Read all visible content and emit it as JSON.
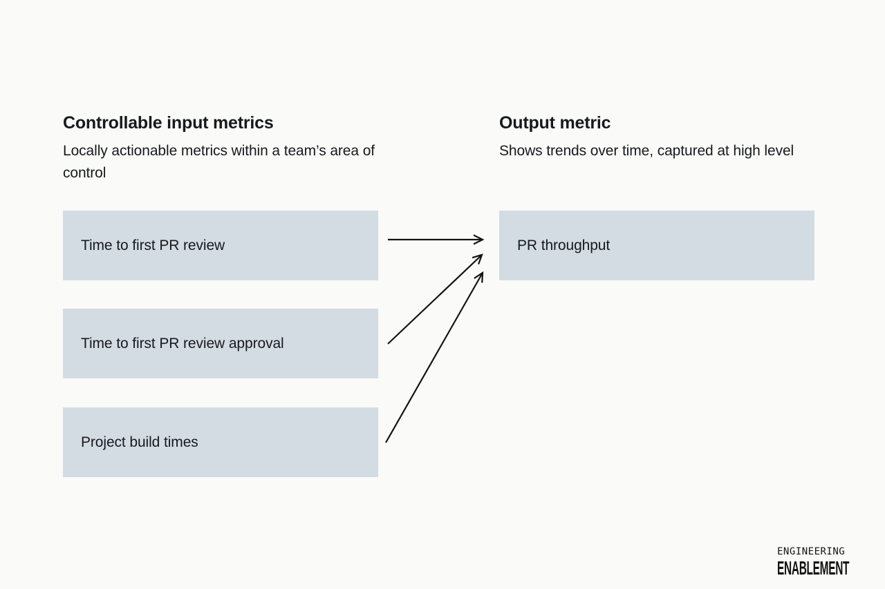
{
  "page": {
    "background": "#fafaf9",
    "text_color": "#17191c"
  },
  "columns": {
    "inputs": {
      "title": "Controllable input metrics",
      "subtitle": "Locally actionable metrics within a team’s area of control"
    },
    "output": {
      "title": "Output metric",
      "subtitle": "Shows trends over time, captured at high level"
    }
  },
  "nodes": {
    "inputs": [
      {
        "label": "Time to first PR review"
      },
      {
        "label": "Time to first PR review approval"
      },
      {
        "label": "Project build times"
      }
    ],
    "output": {
      "label": "PR throughput"
    }
  },
  "edges": [
    {
      "from": "Time to first PR review",
      "to": "PR throughput"
    },
    {
      "from": "Time to first PR review approval",
      "to": "PR throughput"
    },
    {
      "from": "Project build times",
      "to": "PR throughput"
    }
  ],
  "colors": {
    "node_fill": "#d3dce3",
    "arrow": "#121212"
  },
  "logo": {
    "line1": "ENGINEERING",
    "line2": "ENABLEMENT"
  }
}
